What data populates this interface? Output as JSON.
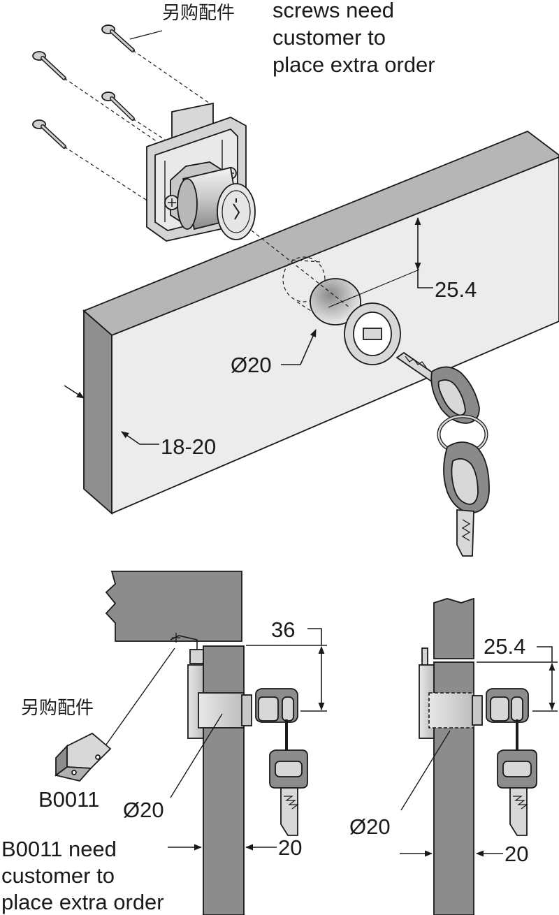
{
  "top_view": {
    "screws_note_cn": "另购配件",
    "screws_note_en": [
      "screws need",
      "customer to",
      "place extra order"
    ],
    "dim_height": "25.4",
    "dim_hole": "Ø20",
    "dim_thickness": "18-20"
  },
  "side_view_left": {
    "accessory_cn": "另购配件",
    "accessory_code": "B0011",
    "dim_top": "36",
    "dim_hole": "Ø20",
    "dim_thickness": "20",
    "note_en": [
      "B0011 need",
      "customer to",
      "place extra order"
    ]
  },
  "side_view_right": {
    "dim_top": "25.4",
    "dim_hole": "Ø20",
    "dim_thickness": "20"
  },
  "colors": {
    "line": "#1a1a1a",
    "panel_face": "#ececec",
    "panel_side": "#8f8f8f",
    "panel_top": "#b6b6b6",
    "wood_section": "#8c8c8c",
    "metal": "#d4d4d4"
  }
}
